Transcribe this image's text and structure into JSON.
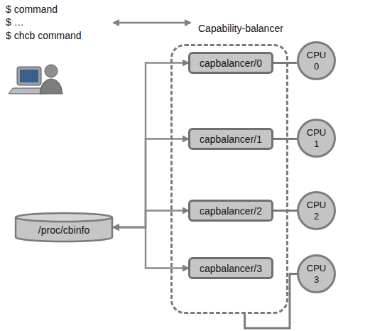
{
  "diagram": {
    "nodes": [
      {
        "text": [
          "Capability-balancer"
        ]
      },
      {
        "text": [
          "capbalancer/0"
        ],
        "in": 0
      },
      {
        "text": [
          "capbalancer/1"
        ],
        "in": 0
      },
      {
        "text": [
          "capbalancer/2"
        ],
        "in": 0
      },
      {
        "text": [
          "capbalancer/3"
        ],
        "in": 0
      },
      {
        "text": [
          "CPU 0"
        ]
      },
      {
        "text": [
          "CPU 1"
        ]
      },
      {
        "text": [
          "CPU 2"
        ]
      },
      {
        "text": [
          "CPU 3"
        ]
      },
      {
        "text": [
          "/proc/cbinfo"
        ]
      }
    ],
    "edges": [
      {
        "from": 1,
        "to": 5,
        "arrow": "none"
      },
      {
        "from": 2,
        "to": 6,
        "arrow": "none"
      },
      {
        "from": 3,
        "to": 7,
        "arrow": "none"
      },
      {
        "from": 0,
        "to": 8,
        "arrow": "none"
      },
      {
        "from": 1,
        "to": 9,
        "arrow": "both"
      },
      {
        "from": 2,
        "to": 9,
        "arrow": "both"
      },
      {
        "from": 3,
        "to": 9,
        "arrow": "both"
      },
      {
        "from": 4,
        "to": 9,
        "arrow": "both"
      }
    ],
    "labels": [
      "$ command",
      "$ …",
      "$ chcb command"
    ]
  }
}
